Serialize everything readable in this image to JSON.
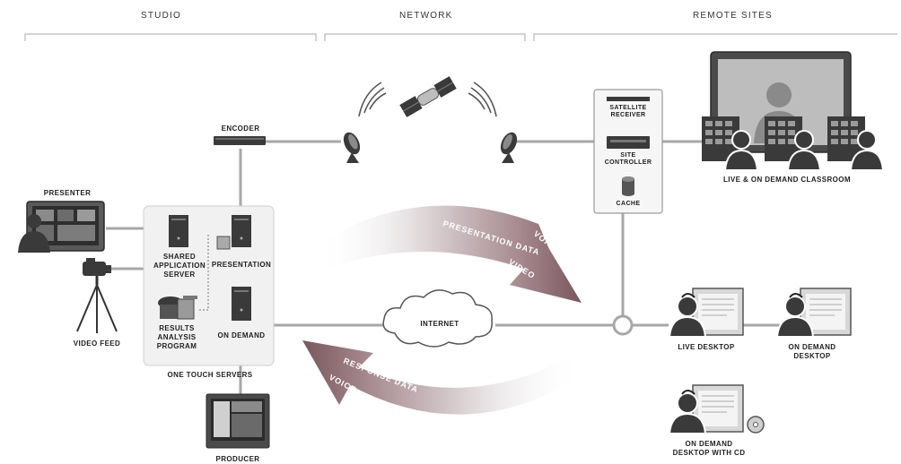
{
  "sections": {
    "studio": "STUDIO",
    "network": "NETWORK",
    "remote_sites": "REMOTE SITES"
  },
  "labels": {
    "encoder": "ENCODER",
    "presenter": "PRESENTER",
    "video_feed": "VIDEO FEED",
    "shared_app_server": "SHARED\nAPPLICATION\nSERVER",
    "presentation": "PRESENTATION",
    "results_analysis": "RESULTS\nANALYSIS\nPROGRAM",
    "on_demand": "ON DEMAND",
    "one_touch_servers": "ONE TOUCH SERVERS",
    "producer": "PRODUCER",
    "internet": "INTERNET",
    "satellite_receiver": "SATELLITE\nRECEIVER",
    "site_controller": "SITE\nCONTROLLER",
    "cache": "CACHE",
    "classroom": "LIVE & ON DEMAND CLASSROOM",
    "live_desktop": "LIVE DESKTOP",
    "on_demand_desktop": "ON DEMAND\nDESKTOP",
    "on_demand_desktop_cd": "ON DEMAND\nDESKTOP WITH CD"
  },
  "arrows": {
    "upper": [
      "VOICE",
      "PRESENTATION DATA",
      "VIDEO"
    ],
    "lower": [
      "RESPONSE DATA",
      "VOICE"
    ]
  },
  "colors": {
    "line": "#a7a7a7",
    "arrow_dark": "#7d5a60",
    "arrow_light": "#e4dfe0",
    "device": "#3a3a3a"
  },
  "icons": [
    "satellite-icon",
    "dish-icon",
    "server-icon",
    "camera-icon",
    "monitor-icon",
    "person-icon",
    "cloud-icon",
    "cd-icon"
  ]
}
